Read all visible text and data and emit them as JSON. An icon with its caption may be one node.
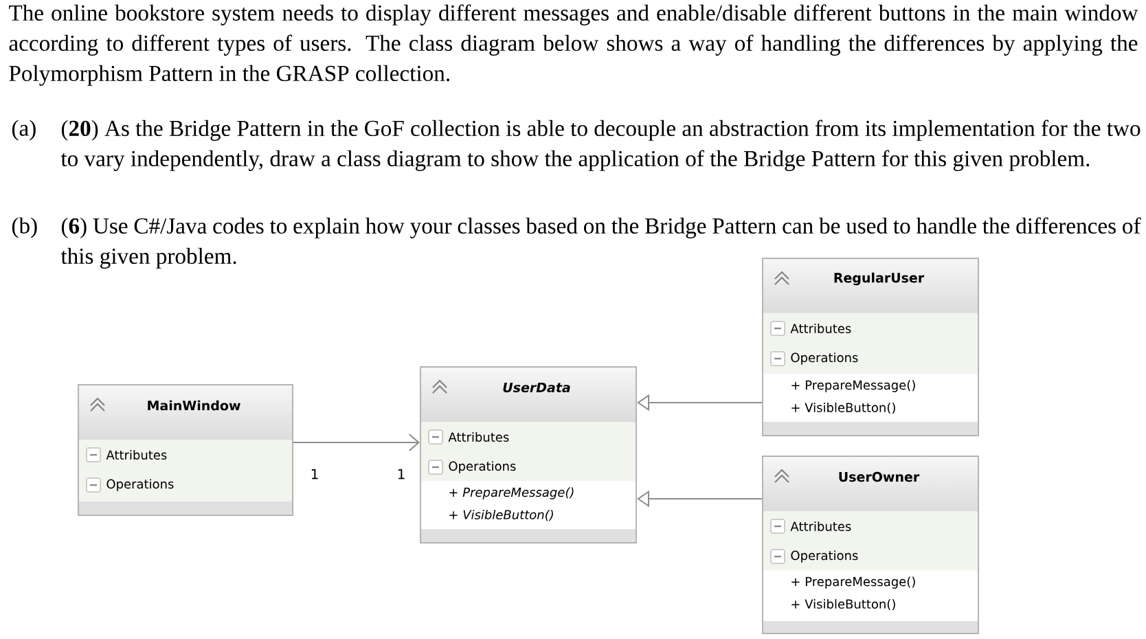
{
  "diagram": {
    "nodes": [
      {
        "text": [
          "MainWindow",
          "Attributes",
          "Operations"
        ]
      },
      {
        "text": [
          "UserData",
          "Attributes",
          "Operations",
          "+ PrepareMessage()",
          "+ VisibleButton()"
        ]
      },
      {
        "text": [
          "RegularUser",
          "Attributes",
          "Operations",
          "+ PrepareMessage()",
          "+ VisibleButton()"
        ]
      },
      {
        "text": [
          "UserOwner",
          "Attributes",
          "Operations",
          "+ PrepareMessage()",
          "+ VisibleButton()"
        ]
      }
    ],
    "edges": [
      {
        "from": 0,
        "to": 1,
        "arrow": "to"
      },
      {
        "from": 2,
        "to": 1,
        "arrow": "to"
      },
      {
        "from": 3,
        "to": 1,
        "arrow": "to"
      }
    ],
    "labels": [
      "The online bookstore system needs to display different messages and enable/disable different buttons in the main window according to different types of users. The class diagram below shows a way of handling the differences by applying the Polymorphism Pattern in the GRASP collection.",
      "(a)",
      "(**20**) As the Bridge Pattern in the GoF collection is able to decouple an abstraction from its implementation for the two to vary independently, draw a class diagram to show the application of the Bridge Pattern for this given problem.",
      "(b)",
      "(**6**) Use C#/Java codes to explain how your classes based on the Bridge Pattern can be used to handle the differences of this given problem.",
      "1",
      "1"
    ]
  }
}
